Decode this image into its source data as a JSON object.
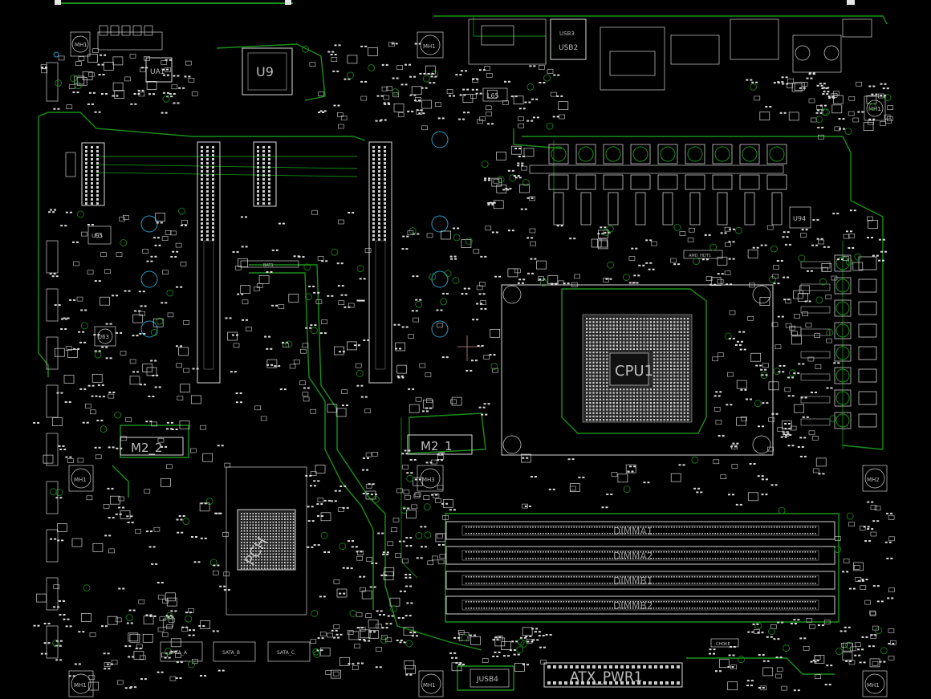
{
  "board": {
    "labels": {
      "u9": "U9",
      "ua1": "UA1",
      "u95": "U95",
      "u63": "U63",
      "u94": "U94",
      "l65": "L65",
      "cpu1": "CPU1",
      "m2_1": "M2_1",
      "m2_2": "M2_2",
      "pch": "PCH",
      "dimma1": "DIMMA1",
      "dimma2": "DIMMA2",
      "dimmb1": "DIMMB1",
      "dimmb2": "DIMMB2",
      "atx_pwr": "ATX_PWR1",
      "usb2": "USB2",
      "usb3": "USB3",
      "usb4": "JUSB4",
      "sata_a": "SATA_A",
      "sata_b": "SATA_B",
      "sata_c": "SATA_C",
      "bat1": "BAT1",
      "amd_hdt": "AMD_HDT1",
      "mh": "MH1",
      "mh2": "MH2",
      "mh3": "MH3",
      "choke": "CHOKE"
    }
  }
}
